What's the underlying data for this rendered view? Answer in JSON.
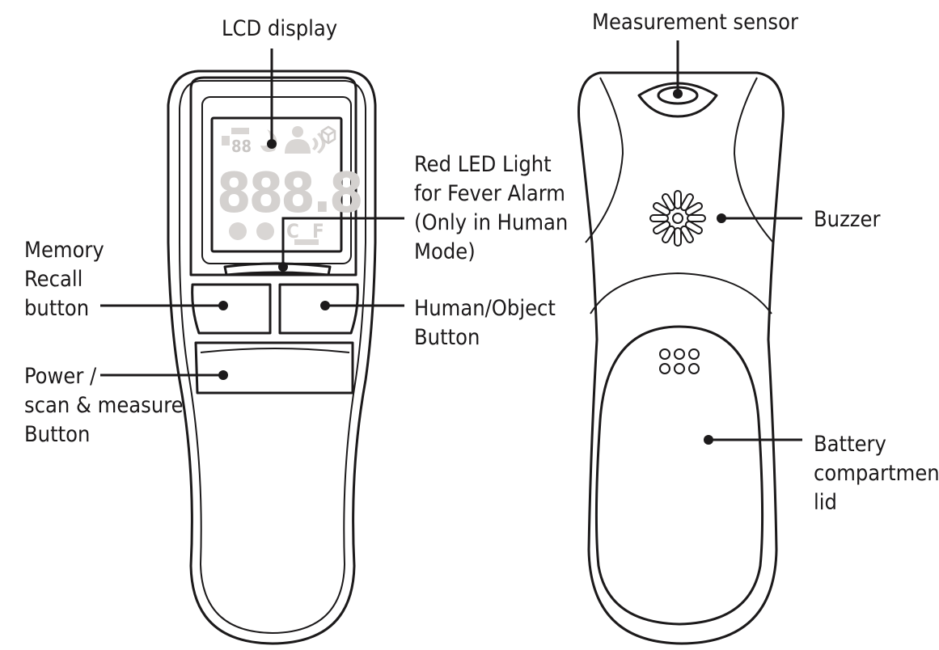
{
  "labels": {
    "lcd_display": "LCD display",
    "red_led": [
      "Red LED Light",
      "for Fever Alarm",
      "(Only in Human",
      "Mode)"
    ],
    "memory_recall": [
      "Memory",
      "Recall",
      "button"
    ],
    "human_object": [
      "Human/Object",
      "Button"
    ],
    "power": [
      "Power /",
      "scan & measure",
      "Button"
    ],
    "measurement_sensor": "Measurement sensor",
    "buzzer": "Buzzer",
    "battery": [
      "Battery",
      "compartment",
      "lid"
    ]
  },
  "lcd": {
    "digits": "888.8",
    "small_digits": "88",
    "unit_c": "C",
    "unit_f": "F"
  },
  "colors": {
    "line": "#1c1a1b",
    "lcd_segment": "#d9d6d4"
  }
}
